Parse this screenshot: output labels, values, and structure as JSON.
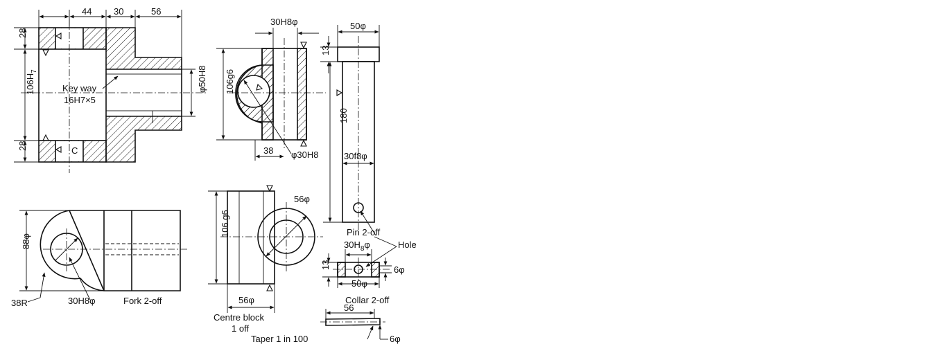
{
  "colors": {
    "ink": "#111111",
    "paper": "#ffffff"
  },
  "fork_front": {
    "dim_top": [
      "44",
      "30",
      "56"
    ],
    "dim_28_top": "28",
    "dim_28_bottom": "28",
    "dim_106": "106H",
    "dim_106_sub": "7",
    "keyway_label_1": "Key way",
    "keyway_label_2": "16H7×5",
    "bore_dim": "φ50H8",
    "letter_c": "C"
  },
  "centre_side": {
    "dim_30h8": "30H8φ",
    "dim_106g6": "106g6",
    "dim_38": "38",
    "dim_phi30": "φ30H8"
  },
  "pin": {
    "dim_50": "50φ",
    "dim_13": "13",
    "dim_180": "180",
    "dim_30f8": "30f8φ",
    "label": "Pin 2-off",
    "hole_label": "Hole"
  },
  "fork_top": {
    "dim_88": "88φ",
    "dim_38r": "38R",
    "dim_30h8": "30H8φ",
    "label": "Fork 2-off"
  },
  "centre_block": {
    "dim_106": "106 g6",
    "dim_56_circle": "56φ",
    "dim_56_bottom": "56φ",
    "label_1": "Centre block",
    "label_2": "1 off",
    "taper": "Taper 1 in 100"
  },
  "collar": {
    "dim_30h8": "30H",
    "dim_30h8_sub": "8",
    "dim_30h8_suffix": "φ",
    "dim_6": "6φ",
    "dim_13": "13",
    "dim_50": "50φ",
    "label": "Collar 2-off"
  },
  "taper_pin": {
    "dim_56": "56",
    "dim_6": "6φ"
  }
}
